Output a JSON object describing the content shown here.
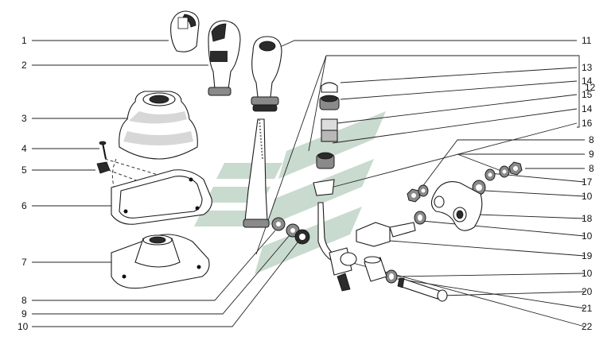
{
  "diagram": {
    "callouts_left": [
      "1",
      "2",
      "3",
      "4",
      "5",
      "6",
      "7",
      "8",
      "9",
      "10"
    ],
    "callouts_right": [
      "11",
      "13",
      "14",
      "15",
      "14",
      "16",
      "8",
      "9",
      "8",
      "17",
      "10",
      "18",
      "10",
      "19",
      "10",
      "20",
      "21",
      "22"
    ],
    "group_label": "12"
  },
  "colors": {
    "line": "#1a1a1a",
    "shade": "#bdbdbd",
    "watermark": "#5a8f6a"
  },
  "icons": {
    "watermark": "green-logo-watermark"
  }
}
